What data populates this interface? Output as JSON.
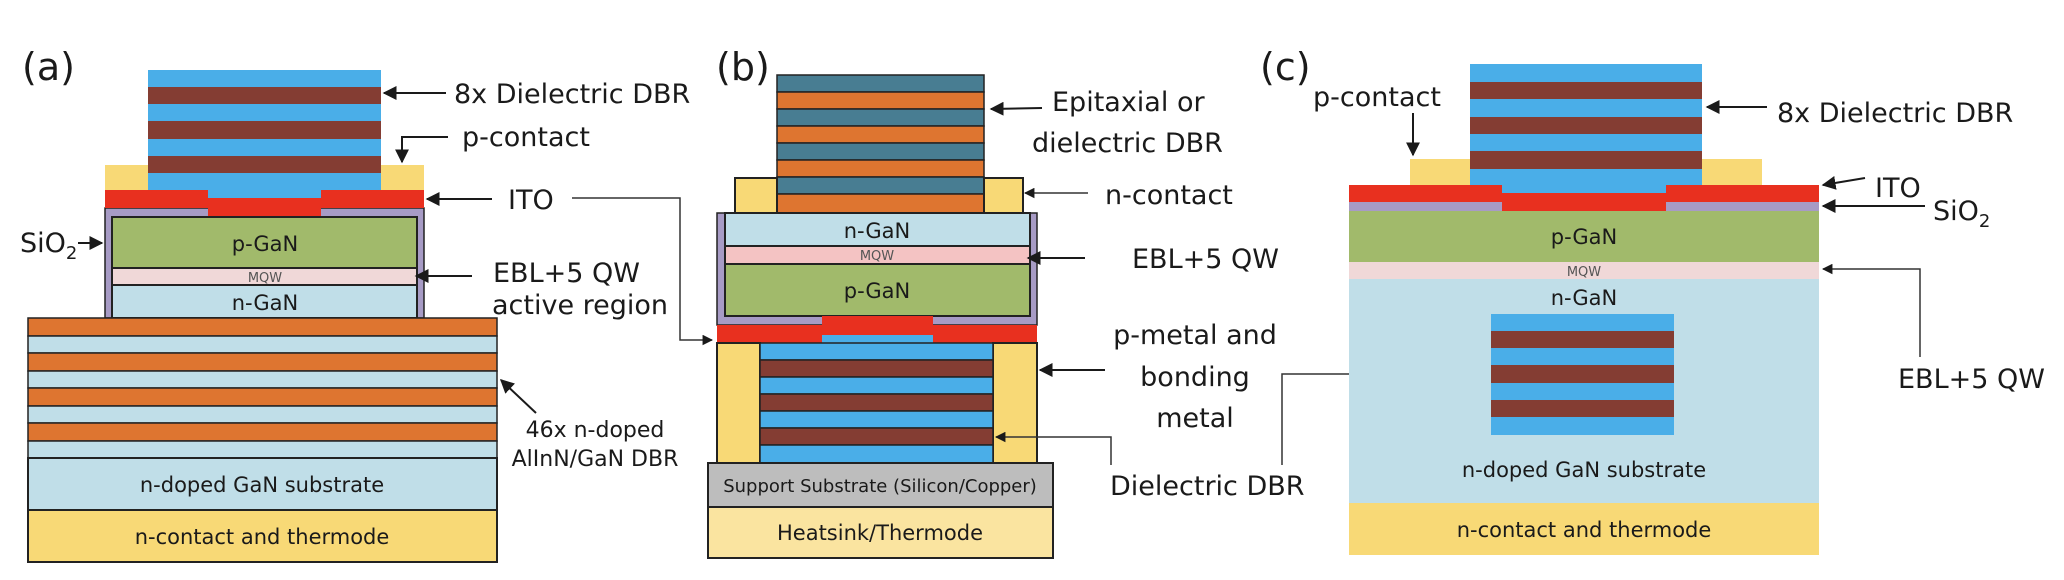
{
  "figure": {
    "colors": {
      "dielectric_high": "#4AAEE8",
      "dielectric_low": "#843D33",
      "contact_metal": "#F8D976",
      "ito": "#E8301F",
      "sio2": "#A79BC5",
      "p_gan": "#A1BA6B",
      "mqw": "#F0D8D8",
      "mqw_b": "#F4C3C3",
      "n_gan": "#C0DEE8",
      "alinn": "#DE7530",
      "epi_teal": "#487D92",
      "support": "#BDBDBD",
      "heatsink": "#FAE4A0"
    },
    "panel_a": {
      "tag": "(a)",
      "layers": {
        "p_gan": "p-GaN",
        "mqw": "MQW",
        "n_gan": "n-GaN",
        "substrate": "n-doped GaN substrate",
        "bottom_contact": "n-contact and thermode"
      },
      "labels": {
        "top_dbr": "8x Dielectric DBR",
        "p_contact": "p-contact",
        "ito": "ITO",
        "sio2_main": "SiO",
        "sio2_sub": "2",
        "active_1": "EBL+5 QW",
        "active_2": "active region",
        "bottom_dbr_1": "46x n-doped",
        "bottom_dbr_2": "AlInN/GaN DBR"
      },
      "top_dbr_pairs": 3,
      "bottom_dbr_pairs": 4
    },
    "panel_b": {
      "tag": "(b)",
      "layers": {
        "n_gan": "n-GaN",
        "mqw": "MQW",
        "p_gan": "p-GaN",
        "support": "Support Substrate (Silicon/Copper)",
        "heatsink": "Heatsink/Thermode"
      },
      "labels": {
        "top_dbr_1": "Epitaxial or",
        "top_dbr_2": "dielectric DBR",
        "n_contact": "n-contact",
        "active": "EBL+5 QW",
        "pmetal_1": "p-metal and",
        "pmetal_2": "bonding",
        "pmetal_3": "metal",
        "dielectric_dbr": "Dielectric DBR"
      }
    },
    "panel_c": {
      "tag": "(c)",
      "layers": {
        "p_gan": "p-GaN",
        "mqw": "MQW",
        "n_gan": "n-GaN",
        "substrate": "n-doped GaN substrate",
        "bottom_contact": "n-contact and thermode"
      },
      "labels": {
        "p_contact": "p-contact",
        "top_dbr": "8x Dielectric DBR",
        "ito": "ITO",
        "sio2_main": "SiO",
        "sio2_sub": "2",
        "active": "EBL+5 QW"
      }
    }
  }
}
